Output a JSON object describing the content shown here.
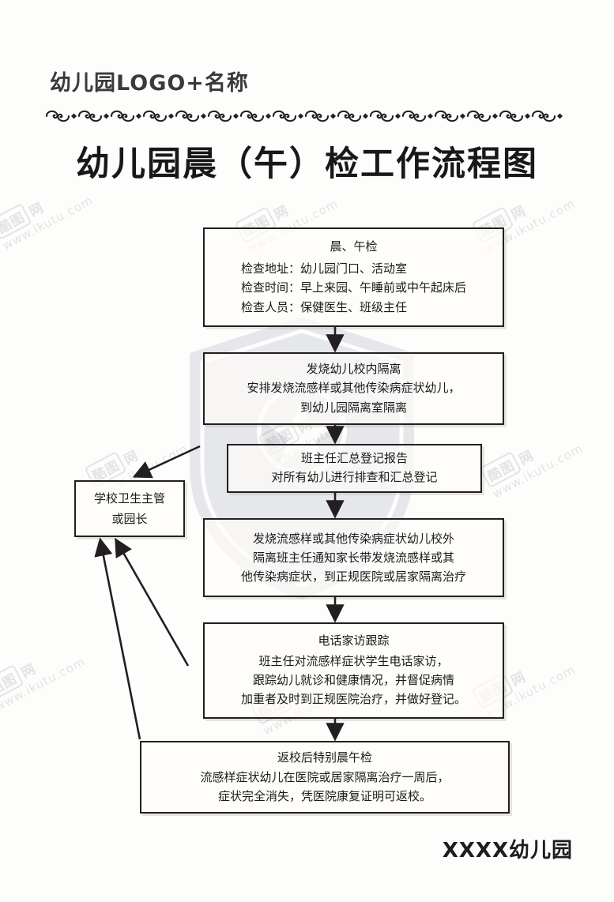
{
  "header": {
    "logo_title": "幼儿园LOGO+名称",
    "ornament_icon": "ornamental-flourish-divider",
    "main_title": "幼儿园晨（午）检工作流程图"
  },
  "footer": {
    "kindergarten_name": "XXXX幼儿园"
  },
  "watermark": {
    "brand_cn": "酷图网",
    "brand_url": "www.ikutu.com"
  },
  "flowchart": {
    "type": "flowchart",
    "orientation": "top-to-bottom",
    "boxes": [
      {
        "id": "morning-check",
        "head": "晨、午检",
        "lines": [
          "检查地址：幼儿园门口、活动室",
          "检查时间：早上来园、午睡前或中午起床后",
          "检查人员：保健医生、班级主任"
        ]
      },
      {
        "id": "fever-isolate",
        "head": "发烧幼儿校内隔离",
        "lines": [
          "安排发烧流感样或其他传染病症状幼儿，",
          "到幼儿园隔离室隔离"
        ]
      },
      {
        "id": "teacher-report",
        "head": "班主任汇总登记报告",
        "lines": [
          "对所有幼儿进行排查和汇总登记"
        ]
      },
      {
        "id": "offsite-isolate",
        "head": "",
        "lines": [
          "发烧流感样或其他传染病症状幼儿校外",
          "隔离班主任通知家长带发烧流感样或其",
          "他传染病症状，到正规医院或居家隔离治疗"
        ]
      },
      {
        "id": "phone-followup",
        "head": "电话家访跟踪",
        "lines": [
          "班主任对流感样症状学生电话家访，",
          "跟踪幼儿就诊和健康情况，并督促病情",
          "加重者及时到正规医院治疗，并做好登记。"
        ]
      },
      {
        "id": "return-check",
        "head": "返校后特别晨午检",
        "lines": [
          "流感样症状幼儿在医院或居家隔离治疗一周后，",
          "症状完全消失，凭医院康复证明可返校。"
        ]
      },
      {
        "id": "school-admin",
        "head": "",
        "lines": [
          "学校卫生主管",
          "或园长"
        ]
      }
    ],
    "connectors": [
      {
        "from": "morning-check",
        "to": "fever-isolate",
        "kind": "vertical-arrow"
      },
      {
        "from": "fever-isolate",
        "to": "teacher-report",
        "kind": "vertical-arrow"
      },
      {
        "from": "teacher-report",
        "to": "offsite-isolate",
        "kind": "vertical-arrow"
      },
      {
        "from": "offsite-isolate",
        "to": "phone-followup",
        "kind": "vertical-arrow"
      },
      {
        "from": "phone-followup",
        "to": "return-check",
        "kind": "vertical-arrow"
      },
      {
        "from": "teacher-report",
        "to": "school-admin",
        "kind": "diagonal-arrow"
      },
      {
        "from": "phone-followup",
        "to": "school-admin",
        "kind": "diagonal-arrow"
      },
      {
        "from": "return-check",
        "to": "school-admin",
        "kind": "diagonal-arrow"
      }
    ]
  },
  "colors": {
    "border": "#231f20",
    "text": "#1a1a1c",
    "title": "#18181a",
    "logo": "#3a3a3c",
    "box_fill": "#fdfcf8",
    "watermark": "#cfcfcf",
    "crest": "#1b2f5e"
  }
}
